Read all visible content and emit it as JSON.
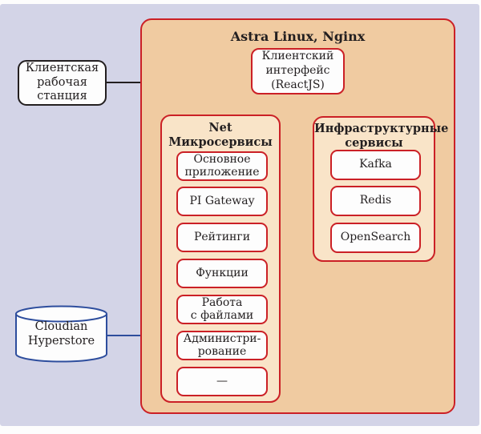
{
  "colors": {
    "panel_background": "#d3d4e7",
    "server_fill": "#f0cba1",
    "group_fill": "#f9e4c8",
    "box_fill": "#fdfdfd",
    "red_border": "#cb2026",
    "blue_accent": "#2d4d9d",
    "black_accent": "#231f20"
  },
  "external": {
    "workstation": {
      "label": "Клиентская\nрабочая\nстанция"
    },
    "storage": {
      "label": "Cloudian\nHyperstore"
    }
  },
  "server": {
    "title": "Astra Linux, Nginx",
    "client_interface": {
      "label": "Клиентский\nинтерфейс\n(ReactJS)"
    },
    "net_services": {
      "title": "Net\nМикросервисы",
      "items": [
        "Основное\nприложение",
        "PI Gateway",
        "Рейтинги",
        "Функции",
        "Работа\nс файлами",
        "Администри-\nрование",
        "—"
      ]
    },
    "infra_services": {
      "title": "Инфраструктурные\nсервисы",
      "items": [
        "Kafka",
        "Redis",
        "OpenSearch"
      ]
    }
  }
}
